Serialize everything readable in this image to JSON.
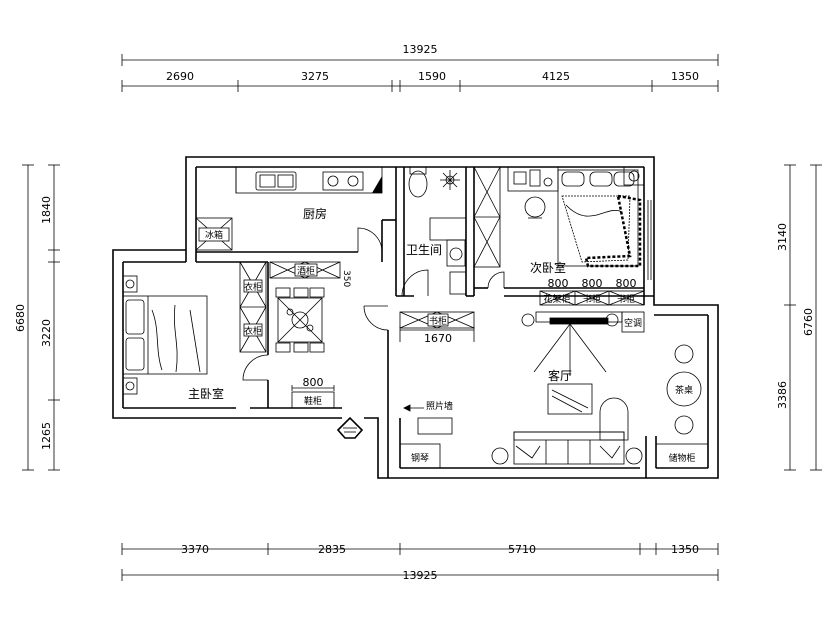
{
  "dims": {
    "top_total": "13925",
    "top_segments": [
      "2690",
      "3275",
      "1590",
      "4125",
      "1350"
    ],
    "bottom_segments": [
      "3370",
      "2835",
      "5710",
      "1350"
    ],
    "bottom_total": "13925",
    "left_total": "6680",
    "left_segments": [
      "1840",
      "3220",
      "1265"
    ],
    "right_total": "6760",
    "right_segments": [
      "3140",
      "3386"
    ]
  },
  "rooms": {
    "kitchen": "厨房",
    "bathroom": "卫生间",
    "second_bedroom": "次卧室",
    "master_bedroom": "主卧室",
    "living_room": "客厅"
  },
  "furniture": {
    "fridge": "冰箱",
    "wardrobe_1": "衣柜",
    "wardrobe_2": "衣柜",
    "wine_cabinet": "酒柜",
    "wine_cabinet_depth": "350",
    "shoe_cabinet": "鞋柜",
    "shoe_cabinet_width": "800",
    "bookcase": "书柜",
    "bookcase_width": "1670",
    "photo_wall": "照片墙",
    "piano": "钢琴",
    "tea_table": "茶桌",
    "storage_cabinet": "储物柜",
    "ac_unit": "空调",
    "cabinet_row_widths": [
      "800",
      "800",
      "800"
    ],
    "cabinet_row_labels": [
      "花架柜",
      "书柜",
      "书柜"
    ]
  }
}
